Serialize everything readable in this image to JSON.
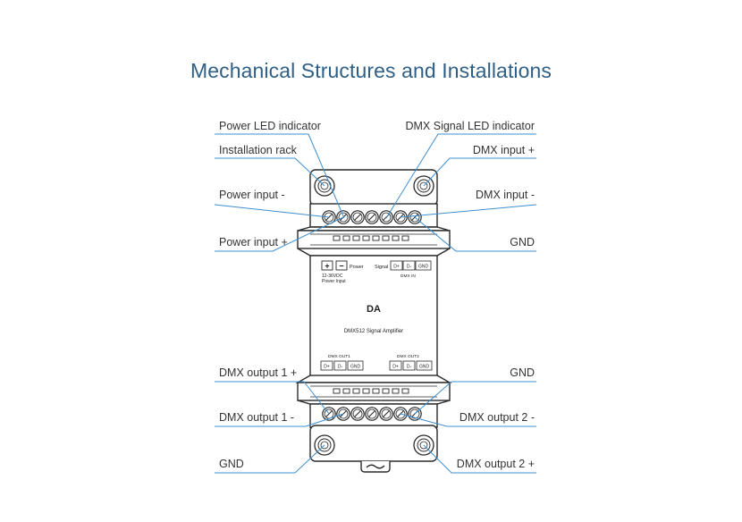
{
  "page": {
    "title": "Mechanical Structures and Installations"
  },
  "callouts": {
    "left": [
      "Power LED indicator",
      "Installation rack",
      "Power input -",
      "Power input +",
      "DMX output 1 +",
      "DMX output 1 -",
      "GND"
    ],
    "right": [
      "DMX Signal LED indicator",
      "DMX input +",
      "DMX input -",
      "GND",
      "GND",
      "DMX output 2 -",
      "DMX output 2 +"
    ]
  },
  "device": {
    "model": "DA",
    "description": "DMX512 Signal Amplifier",
    "power_plus": "+",
    "power_minus": "−",
    "power_label": "Power",
    "power_spec_1": "12-36VDC",
    "power_spec_2": "Power Input",
    "signal_label": "Signal",
    "input_terminals": [
      "D+",
      "D-",
      "GND"
    ],
    "input_label": "DMX IN",
    "out1_label": "DMX OUT1",
    "out2_label": "DMX OUT2",
    "output_terminals": [
      "D+",
      "D-",
      "GND"
    ]
  },
  "colors": {
    "title": "#2f5f86",
    "leader_line": "#3d8fd0",
    "outline": "#2a2a2a"
  }
}
